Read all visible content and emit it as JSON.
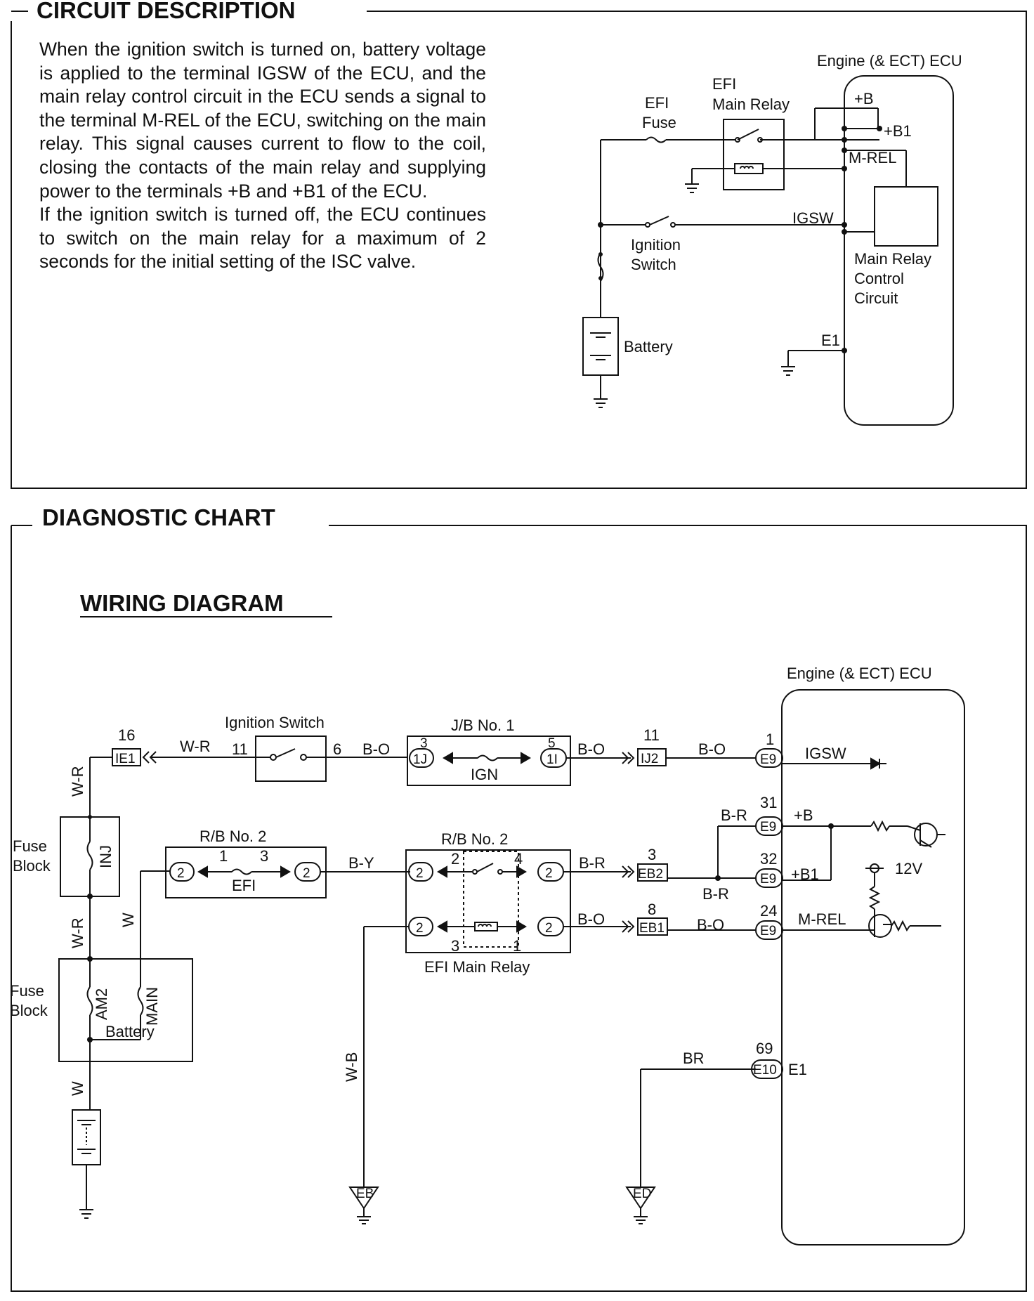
{
  "circuit_description": {
    "title": "CIRCUIT DESCRIPTION",
    "paragraph1": "When the ignition switch is turned on, battery voltage is applied to the terminal IGSW of the ECU, and the main relay control circuit in the ECU sends a signal to the terminal M-REL of the ECU, switching on the main relay. This signal causes current to flow to the coil, closing the contacts of the main relay and supplying power to the terminals +B and +B1 of the ECU.",
    "paragraph2": "If the ignition switch is turned off, the ECU continues to switch on the main relay for a maximum of 2 seconds for the initial setting of the ISC valve.",
    "schematic": {
      "ecu_label": "Engine (& ECT) ECU",
      "efi_label": "EFI",
      "main_relay_label": "Main Relay",
      "efi_fuse_1": "EFI",
      "efi_fuse_2": "Fuse",
      "plus_b": "+B",
      "plus_b1": "+B1",
      "m_rel": "M-REL",
      "igsw": "IGSW",
      "ignition_1": "Ignition",
      "ignition_2": "Switch",
      "control_1": "Main Relay",
      "control_2": "Control",
      "control_3": "Circuit",
      "battery": "Battery",
      "e1": "E1"
    }
  },
  "diagnostic_chart": {
    "title": "DIAGNOSTIC CHART",
    "wiring_title": "WIRING DIAGRAM",
    "ecu_label": "Engine (& ECT) ECU",
    "ignition_switch": {
      "label": "Ignition Switch",
      "pin_in": "11",
      "pin_out": "6"
    },
    "jb1": {
      "label": "J/B No. 1",
      "pin_left": "3",
      "conn_left": "1J",
      "pin_right": "5",
      "conn_right": "1I",
      "fuse": "IGN"
    },
    "rb2_efi": {
      "label": "R/B No. 2",
      "conn_left": "2",
      "pin_left": "1",
      "pin_right": "3",
      "conn_right": "2",
      "fuse": "EFI"
    },
    "rb2_relay": {
      "label": "R/B No. 2",
      "pin_tl": "2",
      "pin_tr": "4",
      "pin_bl": "3",
      "pin_br": "1",
      "conn": "2",
      "caption": "EFI Main Relay"
    },
    "ie1": {
      "pin": "16",
      "name": "IE1"
    },
    "ij2": {
      "pin": "11",
      "name": "IJ2"
    },
    "eb2": {
      "pin": "3",
      "name": "EB2"
    },
    "eb1": {
      "pin": "8",
      "name": "EB1"
    },
    "ecu_pins": [
      {
        "pin": "1",
        "conn": "E9",
        "name": "IGSW"
      },
      {
        "pin": "31",
        "conn": "E9",
        "name": "+B"
      },
      {
        "pin": "32",
        "conn": "E9",
        "name": "+B1"
      },
      {
        "pin": "24",
        "conn": "E9",
        "name": "M-REL"
      },
      {
        "pin": "69",
        "conn": "E10",
        "name": "E1"
      }
    ],
    "wires": {
      "wr": "W-R",
      "bo": "B-O",
      "by": "B-Y",
      "br_wire": "B-R",
      "br": "BR",
      "w": "W",
      "wb": "W-B"
    },
    "fuse_block_1": {
      "line1": "Fuse",
      "line2": "Block",
      "fuse": "INJ"
    },
    "fuse_block_2": {
      "line1": "Fuse",
      "line2": "Block",
      "fuse_a": "AM2",
      "fuse_b": "MAIN"
    },
    "battery": "Battery",
    "voltage": "12V",
    "ground_eb": "EB",
    "ground_ed": "ED"
  }
}
